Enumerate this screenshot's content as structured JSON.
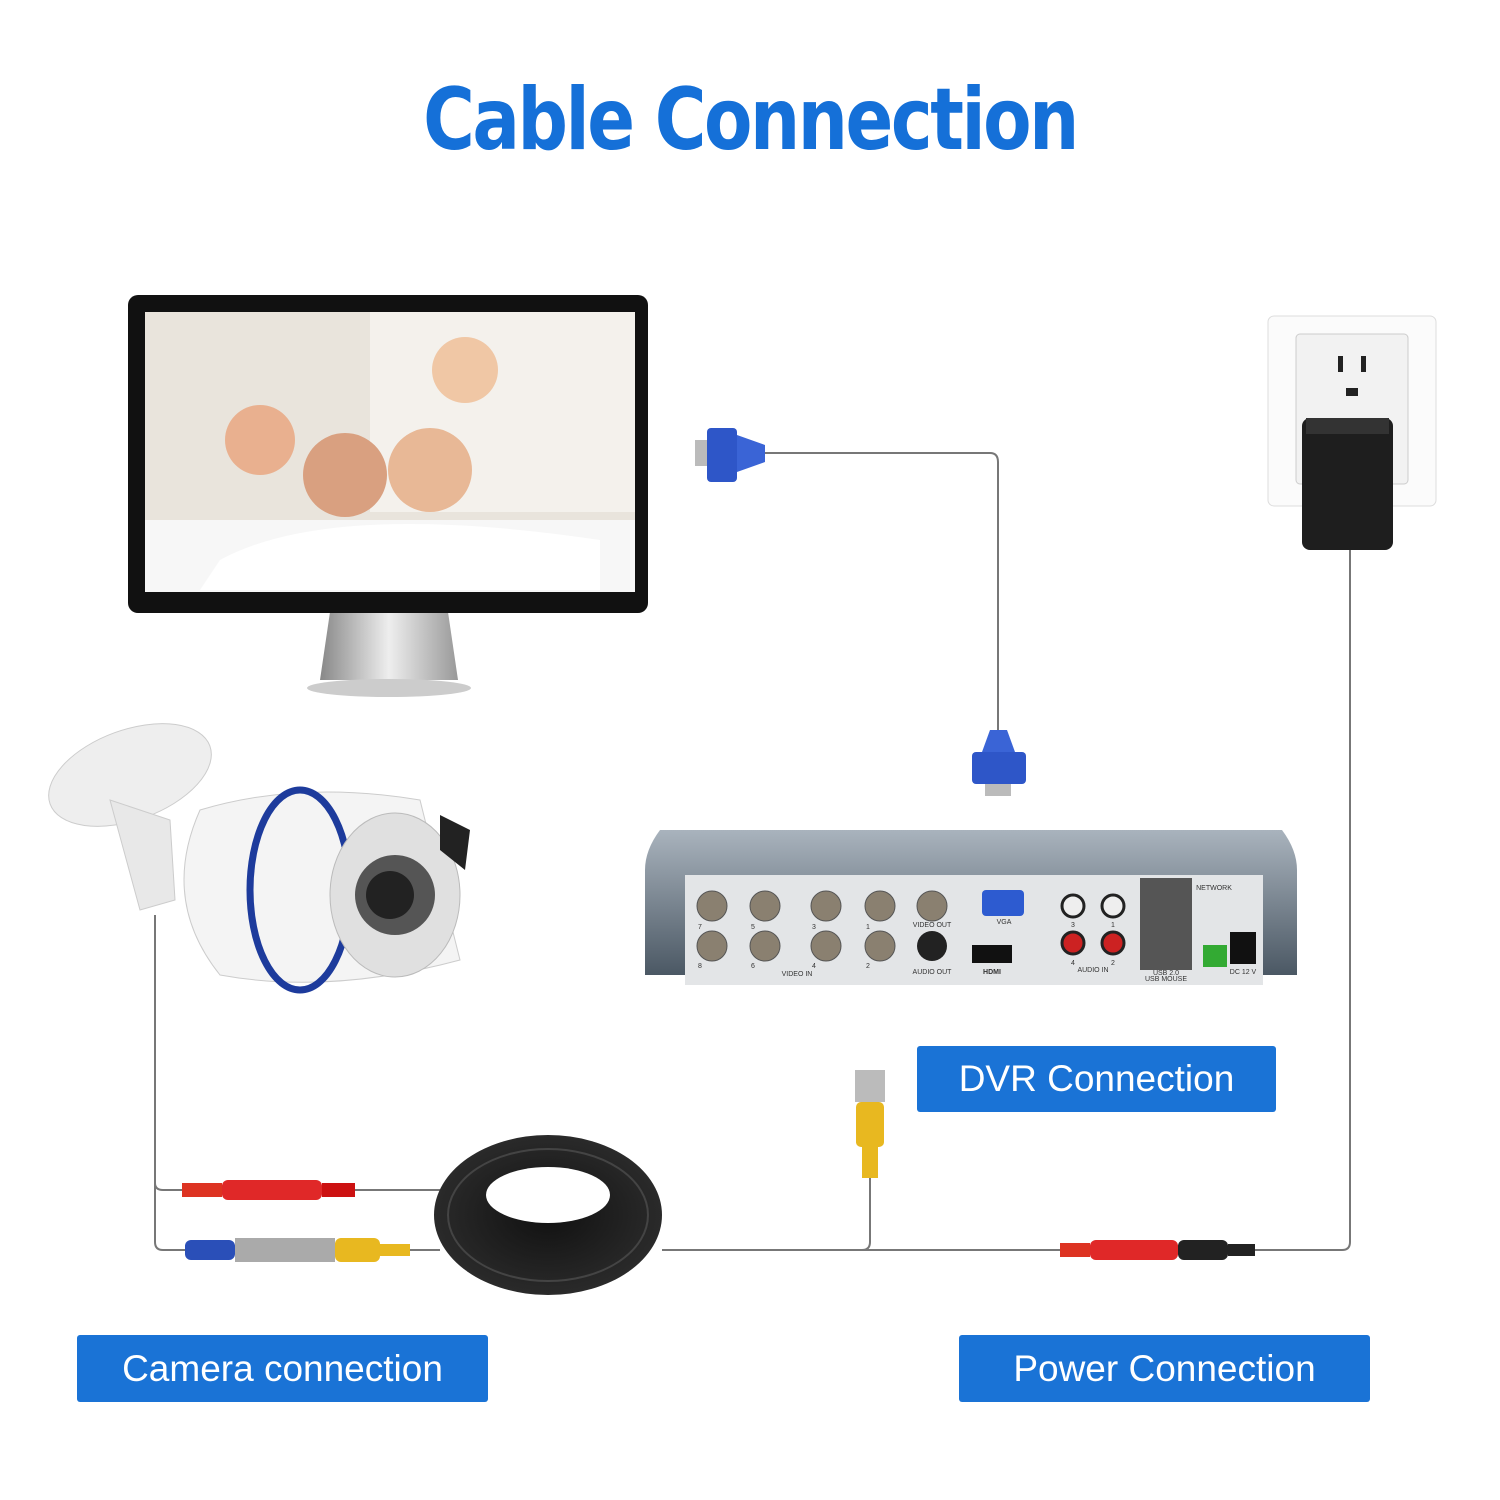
{
  "title": "Cable Connection",
  "labels": {
    "dvr": "DVR Connection",
    "camera": "Camera connection",
    "power": "Power Connection"
  },
  "dvr_panel": {
    "video_in": "VIDEO IN",
    "video_out": "VIDEO OUT",
    "audio_out": "AUDIO OUT",
    "vga": "VGA",
    "hdmi": "HDMI",
    "audio_in": "AUDIO IN",
    "network": "NETWORK",
    "usb": "USB 2.0",
    "usb_mouse": "USB MOUSE",
    "dc": "DC 12 V",
    "channel_top": [
      "7",
      "5",
      "3",
      "1"
    ],
    "channel_bottom": [
      "8",
      "6",
      "4",
      "2"
    ],
    "audio_top": [
      "3",
      "1"
    ],
    "audio_bottom": [
      "4",
      "2"
    ]
  },
  "colors": {
    "accent": "#1a73d6",
    "cable": "#777777",
    "vga_connector": "#2e56c8"
  }
}
